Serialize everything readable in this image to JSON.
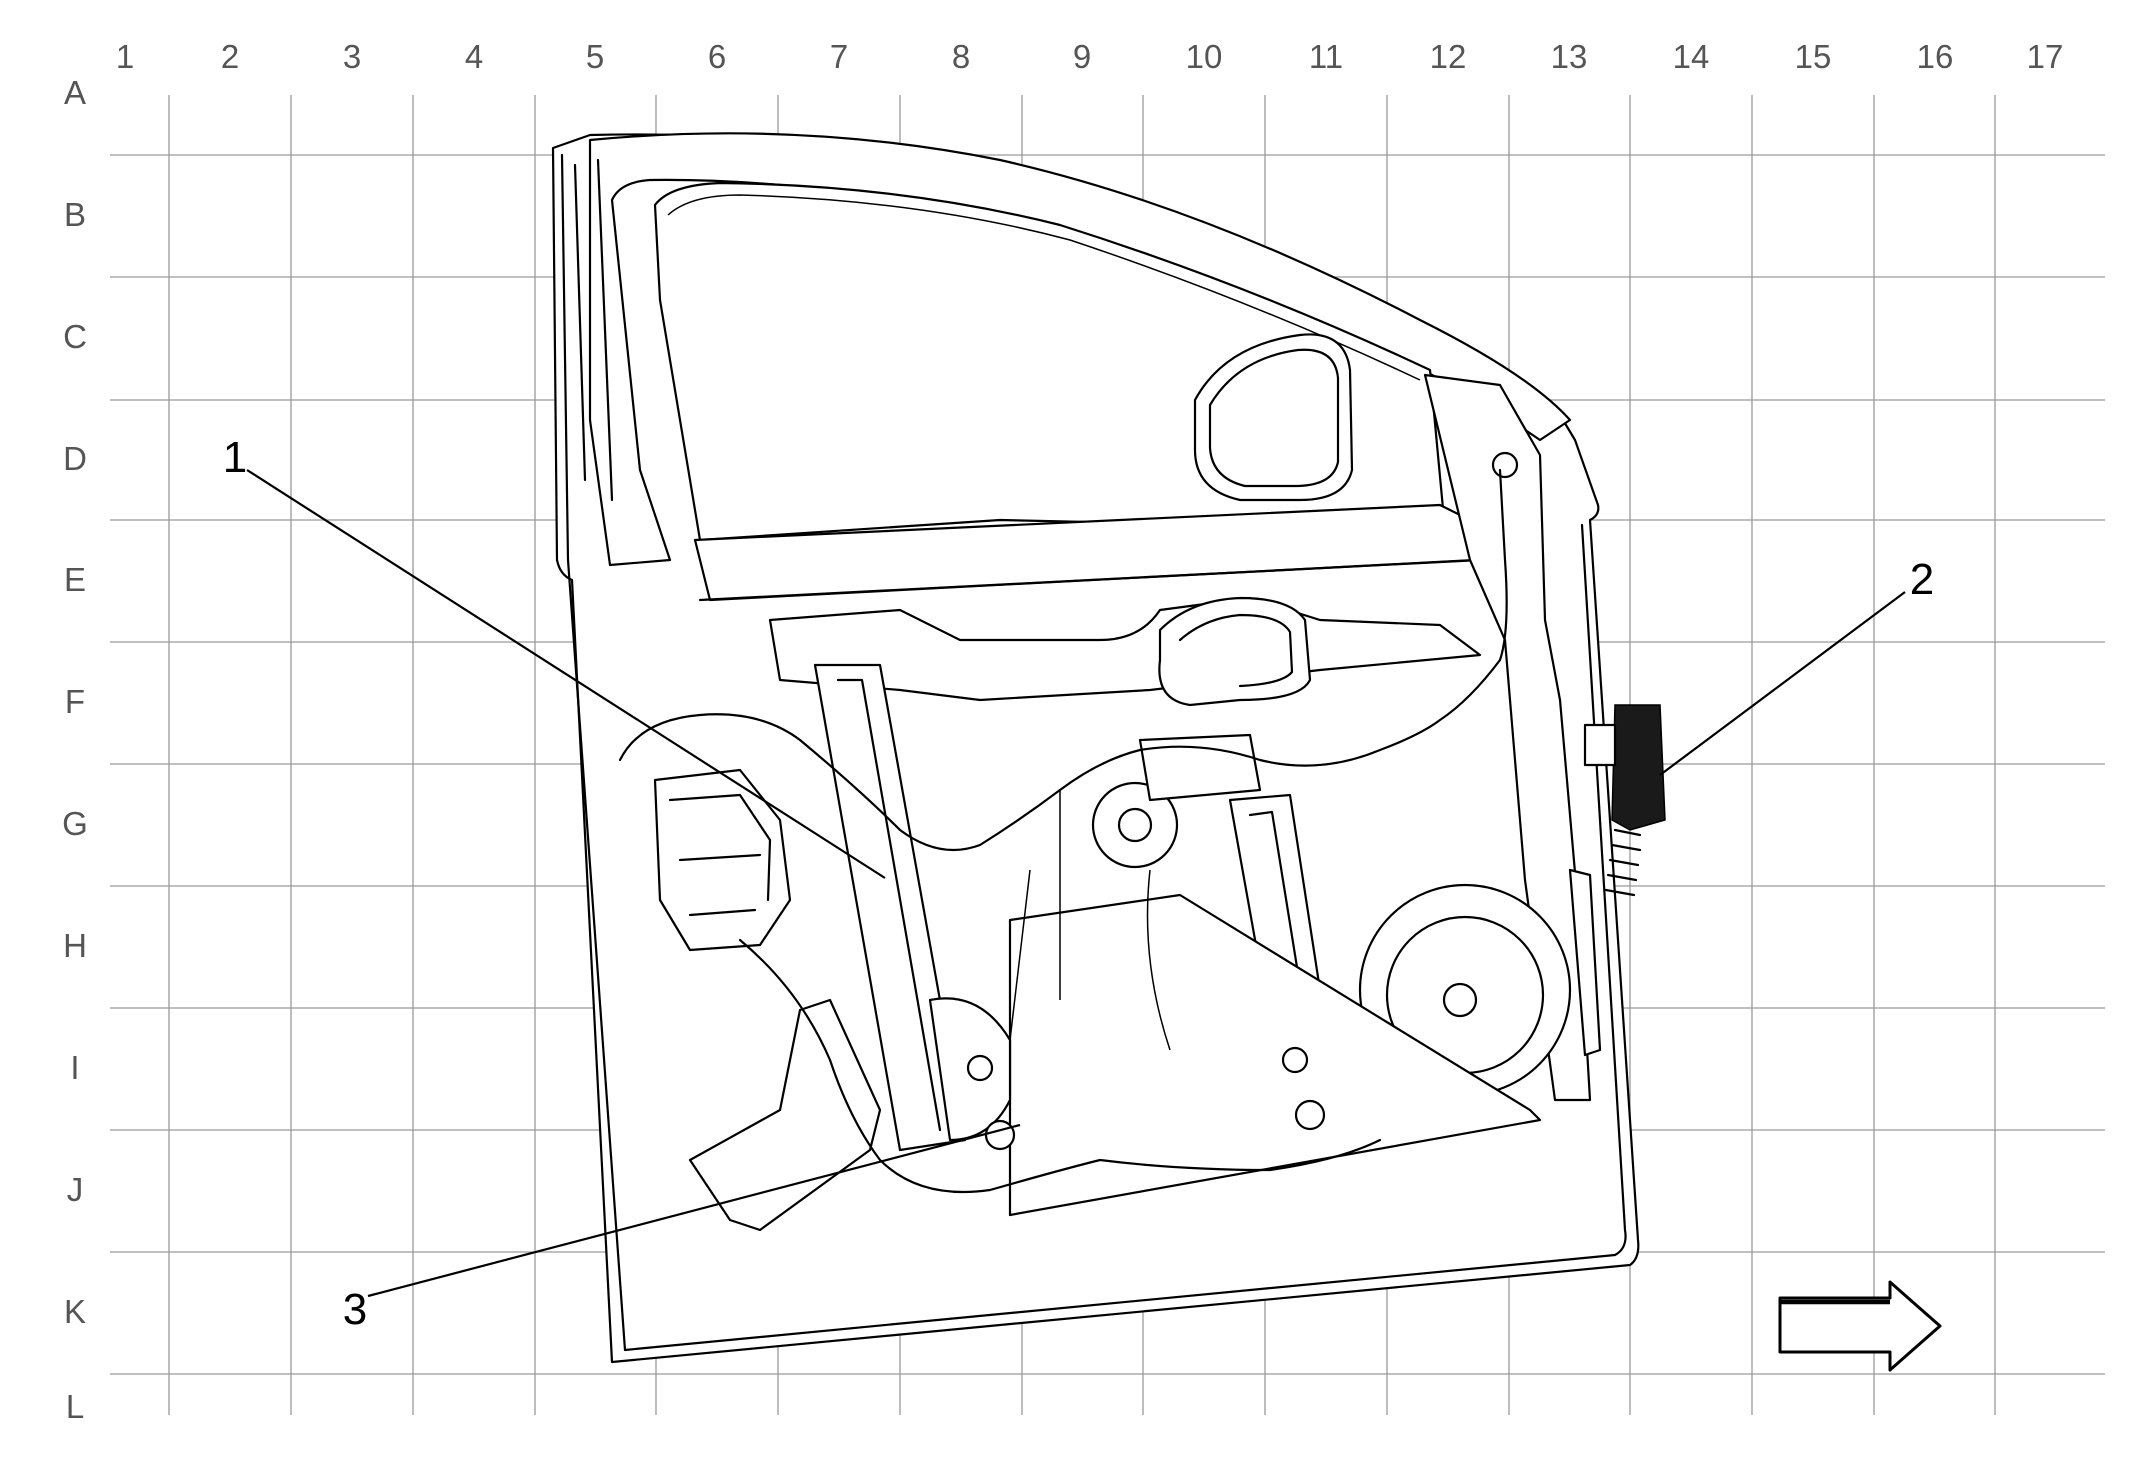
{
  "grid": {
    "columns": [
      "1",
      "2",
      "3",
      "4",
      "5",
      "6",
      "7",
      "8",
      "9",
      "10",
      "11",
      "12",
      "13",
      "14",
      "15",
      "16",
      "17"
    ],
    "rows": [
      "A",
      "B",
      "C",
      "D",
      "E",
      "F",
      "G",
      "H",
      "I",
      "J",
      "K",
      "L"
    ]
  },
  "callouts": [
    {
      "label": "1"
    },
    {
      "label": "2"
    },
    {
      "label": "3"
    }
  ],
  "icons": {
    "direction_arrow": "right-arrow-icon"
  },
  "colors": {
    "line": "#000000",
    "grid": "#9a9a9a",
    "coordinate_text": "#555555",
    "background": "#ffffff"
  }
}
